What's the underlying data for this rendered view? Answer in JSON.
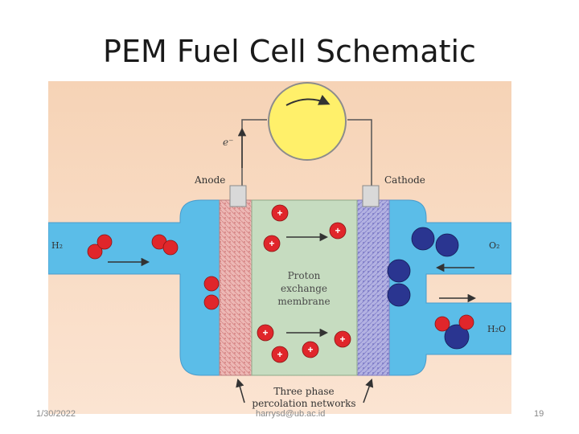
{
  "slide": {
    "title": "PEM Fuel Cell Schematic",
    "footer_date": "1/30/2022",
    "footer_email": "harrysd@ub.ac.id",
    "slide_number": "19"
  },
  "diagram": {
    "labels": {
      "electron": "e⁻",
      "anode": "Anode",
      "cathode": "Cathode",
      "h2_inlet": "H₂",
      "o2_inlet": "O₂",
      "h2o_outlet": "H₂O",
      "membrane_line1": "Proton",
      "membrane_line2": "exchange",
      "membrane_line3": "membrane",
      "bottom_line1": "Three phase",
      "bottom_line2": "percolation networks"
    },
    "proton_symbol": "+",
    "colors": {
      "background_top": "#f6d3b6",
      "background_bottom": "#fbe4d2",
      "channel": "#5bbde8",
      "membrane": "#c6dcc0",
      "anode_layer": "#e9a8a8",
      "cathode_layer": "#9c9cd8",
      "hydrogen": "#e0262b",
      "oxygen": "#2a3590",
      "load": "#fff06a"
    }
  }
}
